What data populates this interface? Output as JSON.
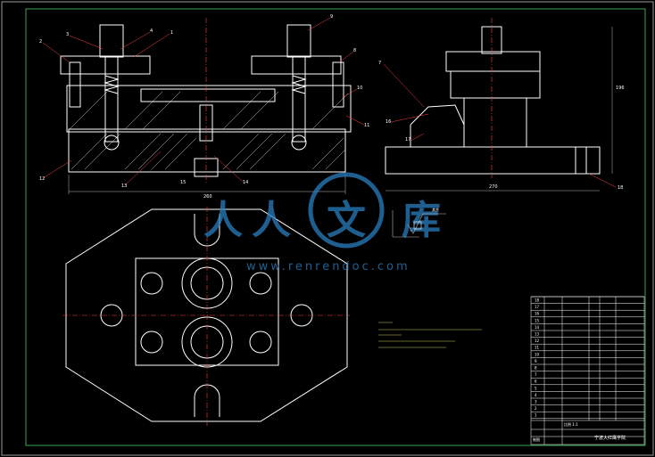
{
  "watermark": {
    "logo_chars": [
      "人",
      "人",
      "文",
      "库"
    ],
    "url": "www.renrendoc.com"
  },
  "front_view": {
    "part_labels": [
      "2",
      "3",
      "4",
      "1",
      "9",
      "8",
      "10",
      "11",
      "12",
      "13",
      "14",
      "15"
    ],
    "dimension_label": "260"
  },
  "side_view": {
    "part_labels": [
      "7",
      "16",
      "17",
      "18"
    ],
    "dimension_label_width": "270",
    "dimension_label_height": "196"
  },
  "detail": {
    "label": "其余"
  },
  "title_block": {
    "school": "宁波大红鹰学院",
    "row_labels": [
      "18",
      "17",
      "16",
      "15",
      "14",
      "13",
      "12",
      "11",
      "10",
      "9",
      "8",
      "7",
      "6",
      "5",
      "4",
      "3",
      "2",
      "1"
    ],
    "footer_left": "制图",
    "footer_mid": "比例 1:1"
  },
  "colors": {
    "background": "#000000",
    "frame": "#3aa64a",
    "lines": "#ffffff",
    "hatch": "#d0d0d0",
    "leader": "#ff4040",
    "watermark": "#2a7fc0",
    "annotation": "#ffff66"
  }
}
